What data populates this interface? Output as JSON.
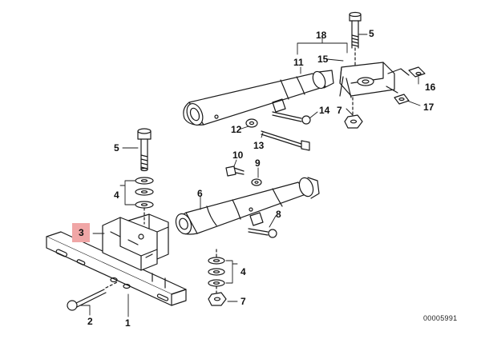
{
  "diagram": {
    "highlight_color": "#f0a6a6",
    "line_color": "#1a1a1a",
    "doc_number": "00005991",
    "callouts": {
      "c1": "1",
      "c2": "2",
      "c3": "3",
      "c4a": "4",
      "c4b": "4",
      "c5a": "5",
      "c5b": "5",
      "c6": "6",
      "c7a": "7",
      "c7b": "7",
      "c8": "8",
      "c9": "9",
      "c10": "10",
      "c11": "11",
      "c12": "12",
      "c13": "13",
      "c14": "14",
      "c15": "15",
      "c16": "16",
      "c17": "17",
      "c18": "18"
    }
  }
}
